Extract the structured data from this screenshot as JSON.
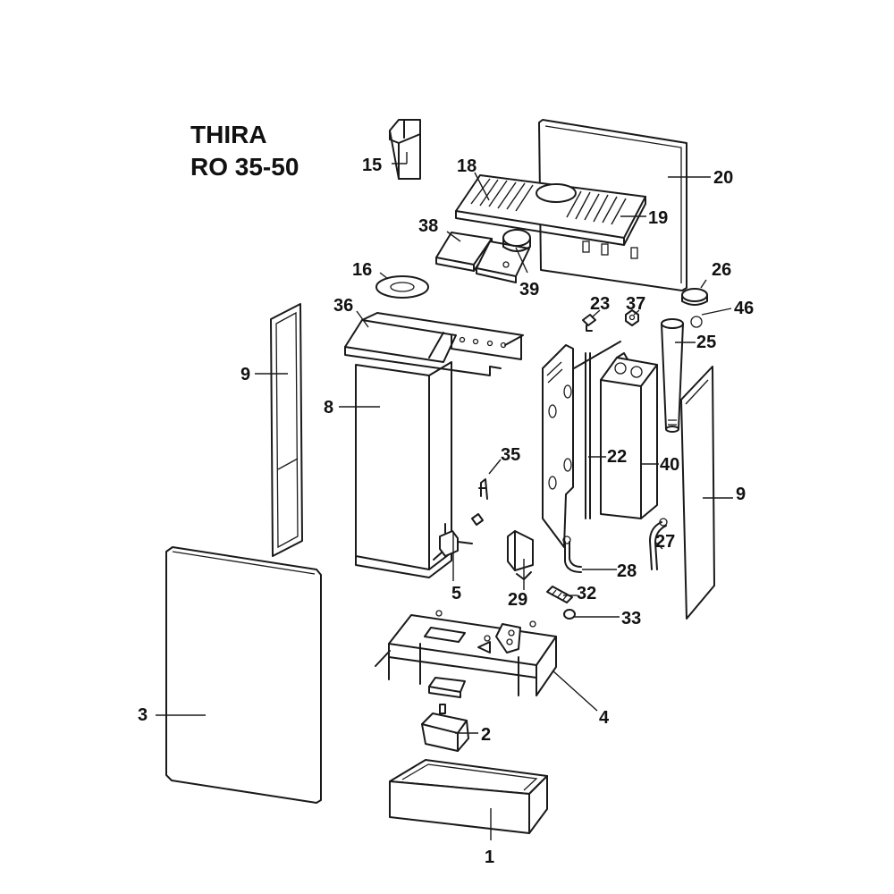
{
  "title": {
    "line1": "THIRA",
    "line2": "RO 35-50"
  },
  "parts": [
    {
      "id": "p1",
      "label": "1"
    },
    {
      "id": "p2",
      "label": "2"
    },
    {
      "id": "p3",
      "label": "3"
    },
    {
      "id": "p4",
      "label": "4"
    },
    {
      "id": "p5",
      "label": "5"
    },
    {
      "id": "p8",
      "label": "8"
    },
    {
      "id": "p9a",
      "label": "9"
    },
    {
      "id": "p9b",
      "label": "9"
    },
    {
      "id": "p15",
      "label": "15"
    },
    {
      "id": "p16",
      "label": "16"
    },
    {
      "id": "p18",
      "label": "18"
    },
    {
      "id": "p19",
      "label": "19"
    },
    {
      "id": "p20",
      "label": "20"
    },
    {
      "id": "p22",
      "label": "22"
    },
    {
      "id": "p23",
      "label": "23"
    },
    {
      "id": "p25",
      "label": "25"
    },
    {
      "id": "p26",
      "label": "26"
    },
    {
      "id": "p27",
      "label": "27"
    },
    {
      "id": "p28",
      "label": "28"
    },
    {
      "id": "p29",
      "label": "29"
    },
    {
      "id": "p32",
      "label": "32"
    },
    {
      "id": "p33",
      "label": "33"
    },
    {
      "id": "p35",
      "label": "35"
    },
    {
      "id": "p36",
      "label": "36"
    },
    {
      "id": "p37",
      "label": "37"
    },
    {
      "id": "p38",
      "label": "38"
    },
    {
      "id": "p39",
      "label": "39"
    },
    {
      "id": "p40",
      "label": "40"
    },
    {
      "id": "p46",
      "label": "46"
    }
  ]
}
